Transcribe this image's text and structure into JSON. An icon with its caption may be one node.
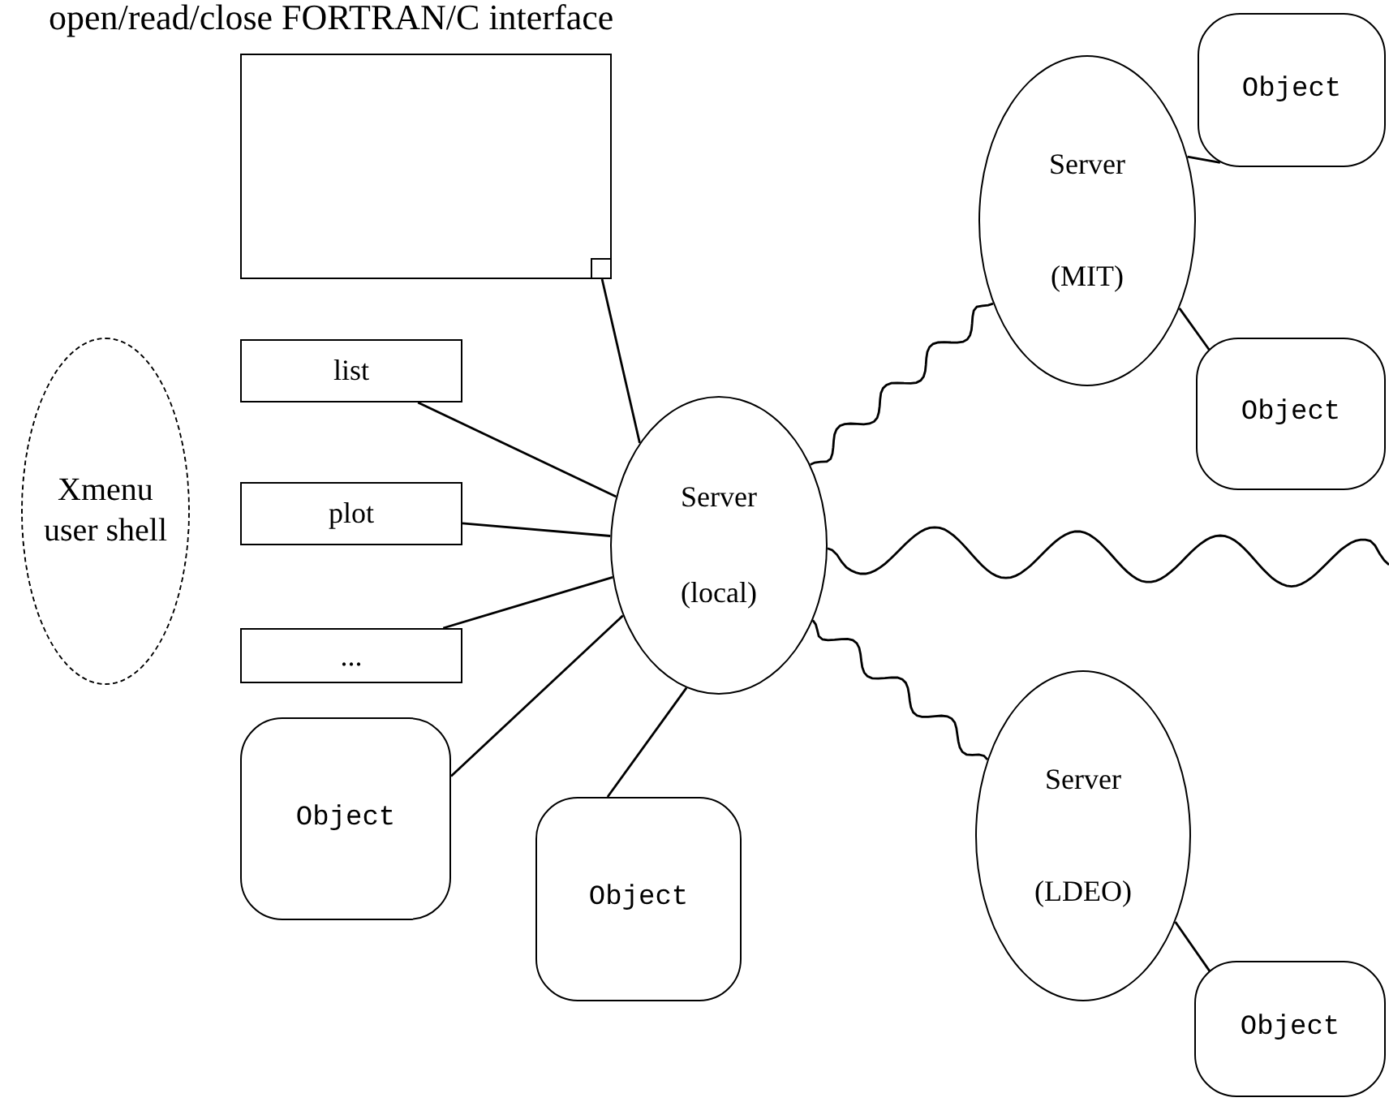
{
  "diagram": {
    "nodes": [
      {
        "text": [],
        "shape": "box"
      },
      {
        "text": [
          "Xmenu user shell"
        ]
      },
      {
        "text": [
          "list"
        ]
      },
      {
        "text": [
          "plot"
        ]
      },
      {
        "text": [
          "..."
        ]
      },
      {
        "text": [
          "Server",
          "(local)"
        ]
      },
      {
        "text": [
          "Object"
        ]
      },
      {
        "text": [
          "Object"
        ]
      },
      {
        "text": [
          "Server",
          "(MIT)"
        ]
      },
      {
        "text": [
          "Object"
        ]
      },
      {
        "text": [
          "Object"
        ]
      },
      {
        "text": [
          "Server",
          "(LDEO)"
        ]
      },
      {
        "text": [
          "Object"
        ]
      }
    ],
    "edges": [
      {
        "from": 0,
        "to": 5,
        "arrow": "none"
      },
      {
        "from": 2,
        "to": 5,
        "arrow": "none"
      },
      {
        "from": 3,
        "to": 5,
        "arrow": "none"
      },
      {
        "from": 4,
        "to": 5,
        "arrow": "none"
      },
      {
        "from": 6,
        "to": 5,
        "arrow": "none"
      },
      {
        "from": 7,
        "to": 5,
        "arrow": "none"
      },
      {
        "from": 5,
        "to": 8,
        "arrow": "none"
      },
      {
        "from": 5,
        "to": null,
        "arrow": "none"
      },
      {
        "from": 5,
        "to": 11,
        "arrow": "none"
      },
      {
        "from": 8,
        "to": 9,
        "arrow": "none"
      },
      {
        "from": 8,
        "to": 10,
        "arrow": "none"
      },
      {
        "from": 11,
        "to": 12,
        "arrow": "none"
      }
    ],
    "labels": [
      "open/read/close FORTRAN/C interface"
    ]
  }
}
